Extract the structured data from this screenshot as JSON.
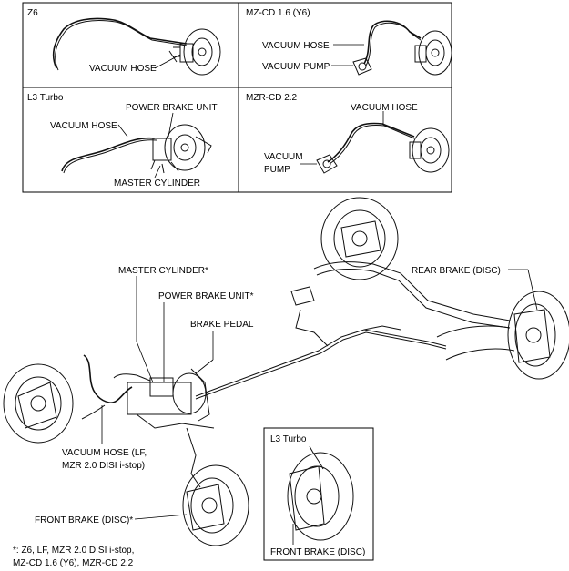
{
  "panels": {
    "z6": {
      "title": "Z6",
      "labels": [
        "VACUUM HOSE"
      ]
    },
    "mzcd16": {
      "title": "MZ-CD 1.6 (Y6)",
      "labels": [
        "VACUUM HOSE",
        "VACUUM PUMP"
      ]
    },
    "l3turbo": {
      "title": "L3 Turbo",
      "labels": [
        "VACUUM HOSE",
        "POWER BRAKE UNIT",
        "MASTER CYLINDER"
      ]
    },
    "mzrcd22": {
      "title": "MZR-CD 2.2",
      "labels": [
        "VACUUM HOSE",
        "VACUUM",
        "PUMP"
      ]
    }
  },
  "main": {
    "labels": {
      "master_cylinder": "MASTER CYLINDER*",
      "power_brake_unit": "POWER BRAKE UNIT*",
      "brake_pedal": "BRAKE PEDAL",
      "rear_brake": "REAR BRAKE (DISC)",
      "vacuum_hose_1": "VACUUM HOSE (LF,",
      "vacuum_hose_2": "MZR 2.0 DISI i-stop)",
      "front_brake": "FRONT BRAKE (DISC)*"
    },
    "inset": {
      "title": "L3 Turbo",
      "label": "FRONT BRAKE (DISC)"
    },
    "footnote": [
      "*: Z6, LF, MZR 2.0 DISI i-stop,",
      "MZ-CD 1.6 (Y6), MZR-CD 2.2"
    ]
  }
}
